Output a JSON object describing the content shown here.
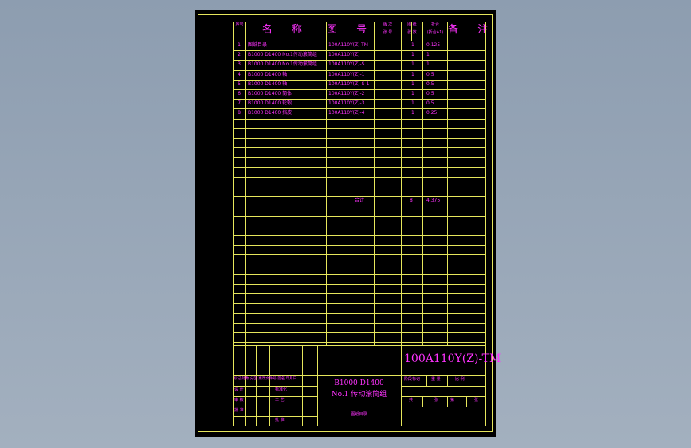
{
  "header": {
    "seq": "序号",
    "name": "名 称",
    "drawing_no": "图 号",
    "pages": "张数",
    "sheet_count": "折合",
    "count": "张数",
    "total": "折合",
    "remark": "备 注",
    "pages_sub": "(折合A1)",
    "col4a": "版 次",
    "col4b": "张 号",
    "col5a": "图 纸",
    "col5b": "张 数"
  },
  "rows": [
    {
      "seq": "1",
      "name": "图纸目录",
      "drawing_no": "100A110Y(Z)-TM",
      "pages": "1",
      "a1": "0.125"
    },
    {
      "seq": "2",
      "name": "B1000 D1400 No.1传动滚筒组",
      "drawing_no": "100A110Y(Z)",
      "pages": "1",
      "a1": "1"
    },
    {
      "seq": "3",
      "name": "B1000 D1400 No.1传动滚筒组",
      "drawing_no": "100A110Y(Z)-S",
      "pages": "1",
      "a1": "1"
    },
    {
      "seq": "4",
      "name": "B1000 D1400 轴",
      "drawing_no": "100A110Y(Z)-1",
      "pages": "1",
      "a1": "0.5"
    },
    {
      "seq": "5",
      "name": "B1000 D1400 轴",
      "drawing_no": "100A110Y(Z)-S-1",
      "pages": "1",
      "a1": "0.5"
    },
    {
      "seq": "6",
      "name": "B1000 D1400 筒体",
      "drawing_no": "100A110Y(Z)-2",
      "pages": "1",
      "a1": "0.5"
    },
    {
      "seq": "7",
      "name": "B1000 D1400 轮毂",
      "drawing_no": "100A110Y(Z)-3",
      "pages": "1",
      "a1": "0.5"
    },
    {
      "seq": "8",
      "name": "B1000 D1400 挡皮",
      "drawing_no": "100A110Y(Z)-4",
      "pages": "1",
      "a1": "0.25"
    }
  ],
  "total": {
    "label": "合计",
    "pages": "8",
    "a1": "4.375"
  },
  "title_block": {
    "code": "100A110Y(Z)-TM",
    "title_line1": "B1000 D1400",
    "title_line2": "No.1 传动滚筒组",
    "subtitle": "图纸目录",
    "mark_row": "标记 处数 分区 更改文件号 签名 年月日",
    "design": "设 计",
    "standardization": "标准化",
    "review": "审 核",
    "process": "工 艺",
    "approve": "批 准",
    "stage_mark": "阶段标记",
    "weight": "重 量",
    "scale": "比 例",
    "sheet_total": "共",
    "sheet_of": "张",
    "sheet_no": "第",
    "sheet_unit": "张"
  }
}
